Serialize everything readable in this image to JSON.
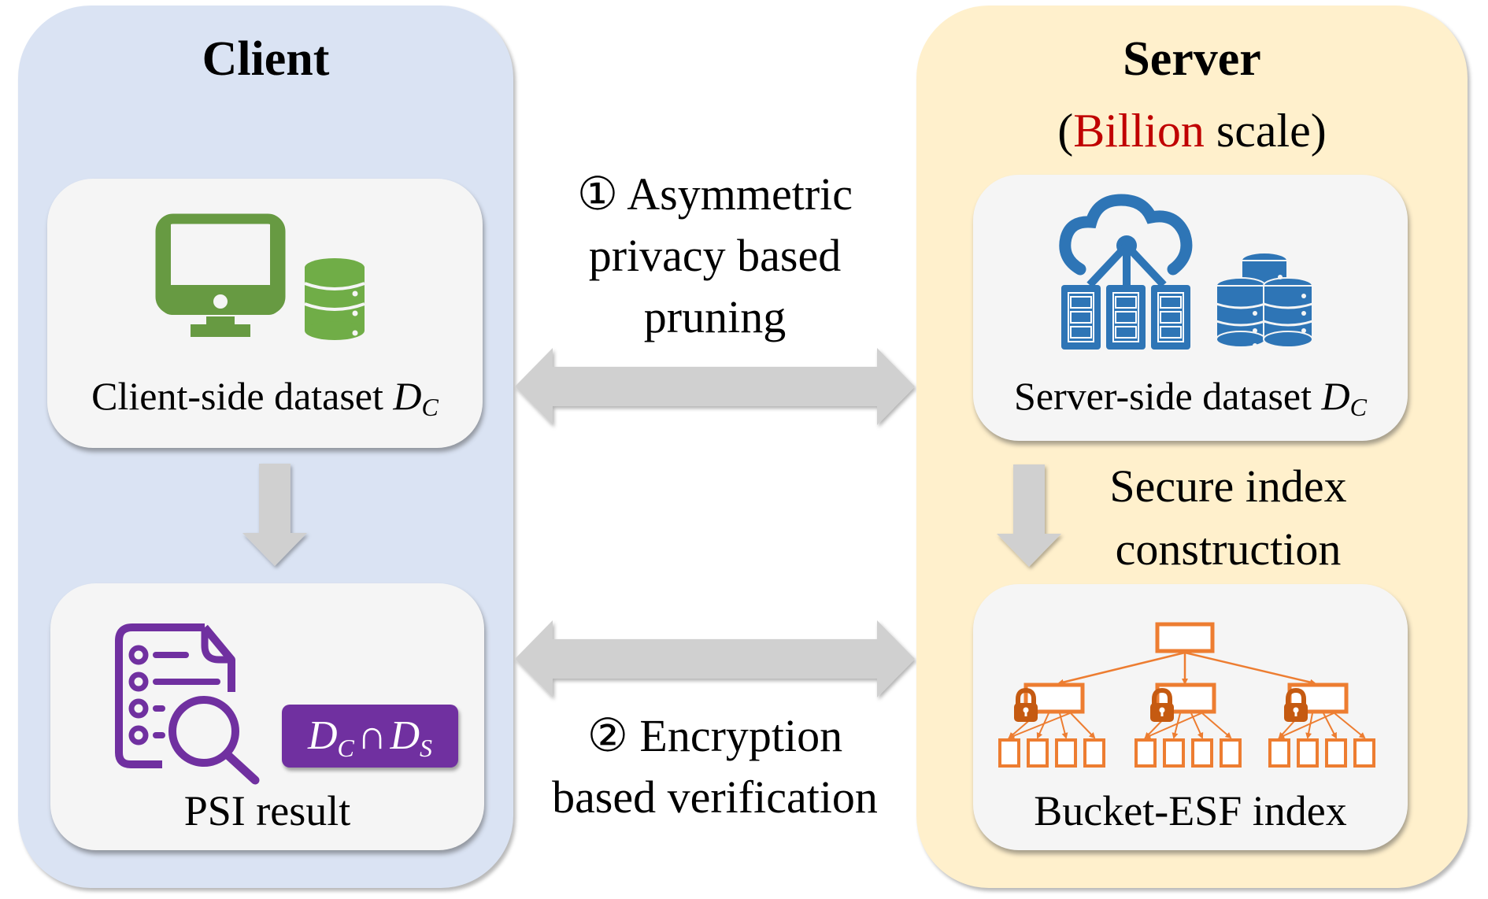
{
  "client": {
    "title": "Client",
    "dataset_card": {
      "label_text": "Client-side dataset ",
      "label_var": "D",
      "label_sub": "C",
      "icons": [
        "monitor-icon",
        "database-icon"
      ]
    },
    "result_card": {
      "label": "PSI result",
      "formula": {
        "a": "D",
        "a_sub": "C",
        "op": "∩",
        "b": "D",
        "b_sub": "S"
      },
      "icons": [
        "document-search-icon"
      ]
    }
  },
  "server": {
    "title": "Server",
    "subtitle_open": "(",
    "subtitle_highlight": "Billion",
    "subtitle_rest": " scale)",
    "dataset_card": {
      "label_text": "Server-side dataset ",
      "label_var": "D",
      "label_sub": "C",
      "icons": [
        "cloud-server-icon",
        "database-stack-icon"
      ]
    },
    "step_label_line1": "Secure index",
    "step_label_line2": "construction",
    "index_card": {
      "label": "Bucket-ESF index",
      "icons": [
        "tree-index-icon",
        "lock-icon"
      ]
    }
  },
  "interactions": [
    {
      "number": "①",
      "line1": "Asymmetric",
      "line2": "privacy based",
      "line3": "pruning"
    },
    {
      "number": "②",
      "line1": "Encryption",
      "line2": "based verification"
    }
  ],
  "colors": {
    "client_bg": "#DAE3F3",
    "server_bg": "#FFF0CC",
    "card_bg": "#F5F5F5",
    "arrow_gray": "#D0D0D0",
    "client_green_dark": "#679A42",
    "client_green": "#70AD47",
    "result_purple": "#7030A0",
    "server_blue": "#2E75B6",
    "index_orange": "#ED7D31",
    "lock_brown": "#C55A11",
    "highlight_red": "#C00000"
  }
}
